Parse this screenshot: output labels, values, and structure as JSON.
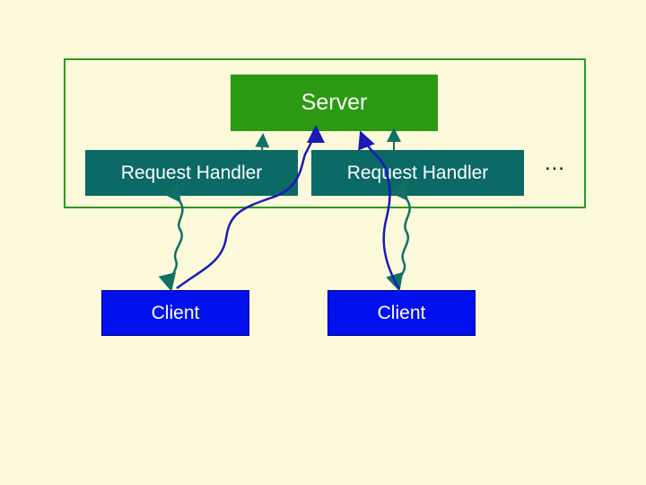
{
  "server": {
    "label": "Server"
  },
  "handlers": [
    {
      "label": "Request Handler"
    },
    {
      "label": "Request Handler"
    }
  ],
  "clients": [
    {
      "label": "Client"
    },
    {
      "label": "Client"
    }
  ],
  "more": {
    "label": "…"
  },
  "colors": {
    "background": "#fdfadc",
    "frame": "#2e9b1e",
    "server": "#2b9a12",
    "handler": "#0b6966",
    "client": "#0011ee",
    "handler_link": "#127063",
    "client_link": "#1a1ab8"
  }
}
